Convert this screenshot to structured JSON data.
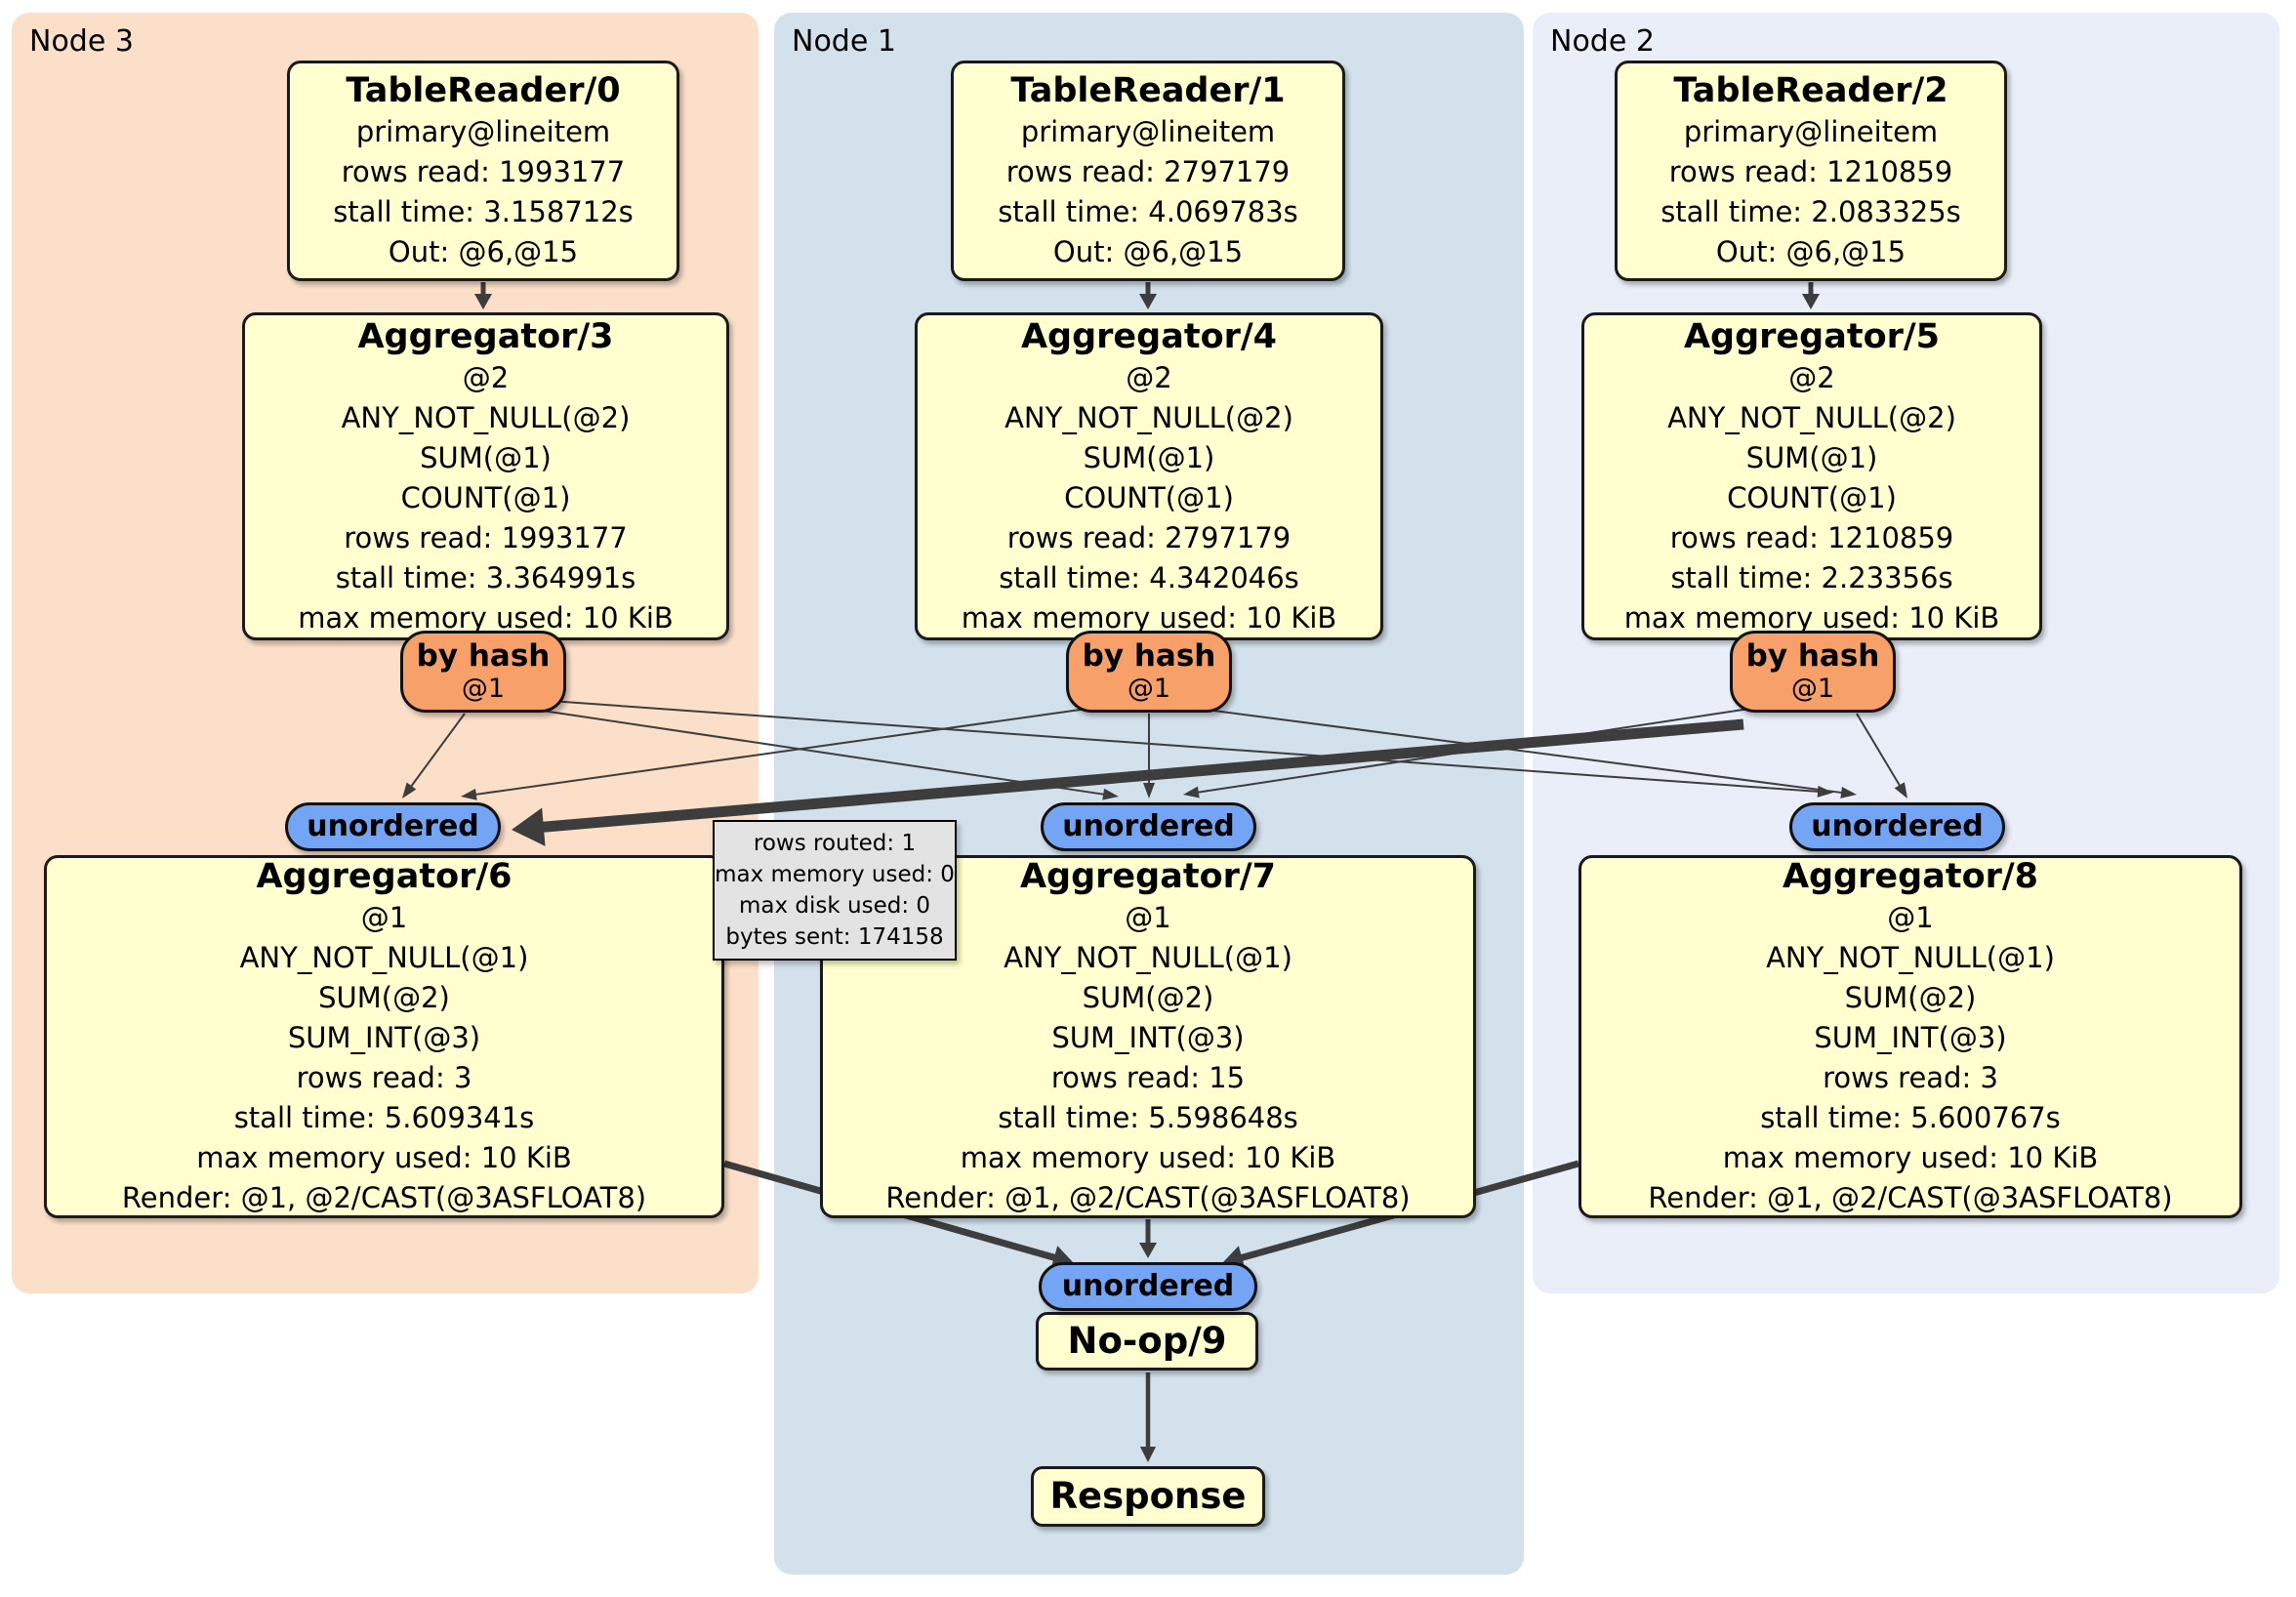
{
  "regions": {
    "node3": {
      "label": "Node 3",
      "color": "#fbdfc9"
    },
    "node1": {
      "label": "Node 1",
      "color": "#d3e1ed"
    },
    "node2": {
      "label": "Node 2",
      "color": "#e9eef8"
    }
  },
  "processors": {
    "tr0": {
      "title": "TableReader/0",
      "lines": [
        "primary@lineitem",
        "rows read: 1993177",
        "stall time: 3.158712s",
        "Out: @6,@15"
      ]
    },
    "tr1": {
      "title": "TableReader/1",
      "lines": [
        "primary@lineitem",
        "rows read: 2797179",
        "stall time: 4.069783s",
        "Out: @6,@15"
      ]
    },
    "tr2": {
      "title": "TableReader/2",
      "lines": [
        "primary@lineitem",
        "rows read: 1210859",
        "stall time: 2.083325s",
        "Out: @6,@15"
      ]
    },
    "agg3": {
      "title": "Aggregator/3",
      "lines": [
        "@2",
        "ANY_NOT_NULL(@2)",
        "SUM(@1)",
        "COUNT(@1)",
        "rows read: 1993177",
        "stall time: 3.364991s",
        "max memory used: 10 KiB"
      ]
    },
    "agg4": {
      "title": "Aggregator/4",
      "lines": [
        "@2",
        "ANY_NOT_NULL(@2)",
        "SUM(@1)",
        "COUNT(@1)",
        "rows read: 2797179",
        "stall time: 4.342046s",
        "max memory used: 10 KiB"
      ]
    },
    "agg5": {
      "title": "Aggregator/5",
      "lines": [
        "@2",
        "ANY_NOT_NULL(@2)",
        "SUM(@1)",
        "COUNT(@1)",
        "rows read: 1210859",
        "stall time: 2.23356s",
        "max memory used: 10 KiB"
      ]
    },
    "agg6": {
      "title": "Aggregator/6",
      "lines": [
        "@1",
        "ANY_NOT_NULL(@1)",
        "SUM(@2)",
        "SUM_INT(@3)",
        "rows read: 3",
        "stall time: 5.609341s",
        "max memory used: 10 KiB",
        "Render: @1, @2/CAST(@3ASFLOAT8)"
      ]
    },
    "agg7": {
      "title": "Aggregator/7",
      "lines": [
        "@1",
        "ANY_NOT_NULL(@1)",
        "SUM(@2)",
        "SUM_INT(@3)",
        "rows read: 15",
        "stall time: 5.598648s",
        "max memory used: 10 KiB",
        "Render: @1, @2/CAST(@3ASFLOAT8)"
      ]
    },
    "agg8": {
      "title": "Aggregator/8",
      "lines": [
        "@1",
        "ANY_NOT_NULL(@1)",
        "SUM(@2)",
        "SUM_INT(@3)",
        "rows read: 3",
        "stall time: 5.600767s",
        "max memory used: 10 KiB",
        "Render: @1, @2/CAST(@3ASFLOAT8)"
      ]
    },
    "noop": {
      "title": "No-op/9"
    },
    "response": {
      "title": "Response"
    }
  },
  "routers": {
    "hash_label": "by hash",
    "hash_sub": "@1",
    "sync_label": "unordered"
  },
  "tooltip": {
    "lines": [
      "rows routed: 1",
      "max memory used: 0",
      "max disk used: 0",
      "bytes sent: 174158"
    ]
  },
  "colors": {
    "processor_fill": "#ffffcf",
    "hash_router_fill": "#f7a06a",
    "sync_fill": "#74a4f4",
    "edge": "#3d3d3d",
    "tooltip_fill": "#e3e3e3"
  }
}
